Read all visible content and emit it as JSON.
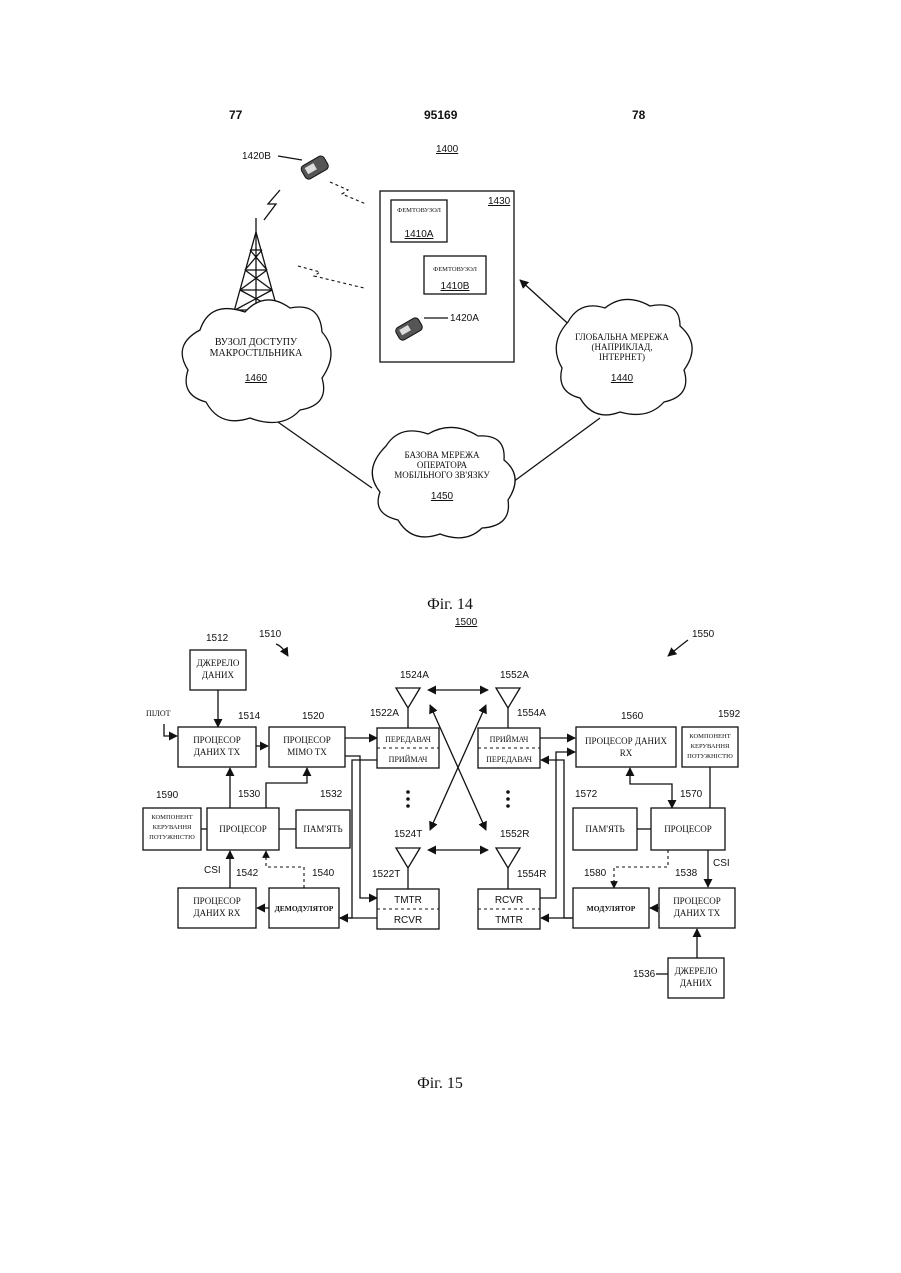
{
  "header": {
    "left": "77",
    "center": "95169",
    "right": "78"
  },
  "fig14": {
    "ref_main": "1400",
    "ref_user_b": "1420B",
    "ref_user_a": "1420A",
    "ref_building": "1430",
    "femto_a_title": "ФЕМТОВУЗОЛ",
    "femto_a_ref": "1410A",
    "femto_b_title": "ФЕМТОВУЗОЛ",
    "femto_b_ref": "1410B",
    "macro_line1": "ВУЗОЛ ДОСТУПУ",
    "macro_line2": "МАКРОСТІЛЬНИКА",
    "macro_ref": "1460",
    "wan_line1": "ГЛОБАЛЬНА МЕРЕЖА",
    "wan_line2": "(НАПРИКЛАД,",
    "wan_line3": "ІНТЕРНЕТ)",
    "wan_ref": "1440",
    "core_line1": "БАЗОВА МЕРЕЖА",
    "core_line2": "ОПЕРАТОРА",
    "core_line3": "МОБІЛЬНОГО ЗВ'ЯЗКУ",
    "core_ref": "1450",
    "caption": "Фіг. 14"
  },
  "fig15": {
    "ref_main": "1500",
    "ref_tx_system": "1510",
    "ref_rx_system": "1550",
    "data_source_left": {
      "ref": "1512",
      "line1": "ДЖЕРЕЛО",
      "line2": "ДАНИХ"
    },
    "pilot": "ПІЛОТ",
    "tx_data_proc_left": {
      "ref": "1514",
      "line1": "ПРОЦЕСОР",
      "line2": "ДАНИХ TX"
    },
    "mimo_tx": {
      "ref": "1520",
      "line1": "ПРОЦЕСОР",
      "line2": "MIMO TX"
    },
    "power_ctrl_left": {
      "ref": "1590",
      "line1": "КОМПОНЕНТ",
      "line2": "КЕРУВАННЯ",
      "line3": "ПОТУЖНІСТЮ"
    },
    "processor_left": {
      "ref": "1530",
      "label": "ПРОЦЕСОР"
    },
    "memory_left": {
      "ref": "1532",
      "label": "ПАМ'ЯТЬ"
    },
    "csi_left": "CSI",
    "rx_data_proc_left": {
      "ref": "1542",
      "line1": "ПРОЦЕСОР",
      "line2": "ДАНИХ RX"
    },
    "demodulator": {
      "ref": "1540",
      "label": "ДЕМОДУЛЯТОР"
    },
    "ant_1524A": "1524A",
    "ant_1524T": "1524T",
    "xcvr_1522A": {
      "ref": "1522A",
      "top": "ПЕРЕДАВАЧ",
      "bottom": "ПРИЙМАЧ"
    },
    "xcvr_1522T": {
      "ref": "1522T",
      "top": "TMTR",
      "bottom": "RCVR"
    },
    "ant_1552A": "1552A",
    "ant_1552R": "1552R",
    "xcvr_1554A": {
      "ref": "1554A",
      "top": "ПРИЙМАЧ",
      "bottom": "ПЕРЕДАВАЧ"
    },
    "xcvr_1554R": {
      "ref": "1554R",
      "top": "RCVR",
      "bottom": "TMTR"
    },
    "rx_data_proc_right": {
      "ref": "1560",
      "line1": "ПРОЦЕСОР ДАНИХ",
      "line2": "RX"
    },
    "power_ctrl_right": {
      "ref": "1592",
      "line1": "КОМПОНЕНТ",
      "line2": "КЕРУВАННЯ",
      "line3": "ПОТУЖНІСТЮ"
    },
    "memory_right": {
      "ref": "1572",
      "label": "ПАМ'ЯТЬ"
    },
    "processor_right": {
      "ref": "1570",
      "label": "ПРОЦЕСОР"
    },
    "csi_right": "CSI",
    "modulator": {
      "ref": "1580",
      "label": "МОДУЛЯТОР"
    },
    "tx_data_proc_right": {
      "ref": "1538",
      "line1": "ПРОЦЕСОР",
      "line2": "ДАНИХ TX"
    },
    "data_source_right": {
      "ref": "1536",
      "line1": "ДЖЕРЕЛО",
      "line2": "ДАНИХ"
    },
    "caption": "Фіг. 15"
  }
}
